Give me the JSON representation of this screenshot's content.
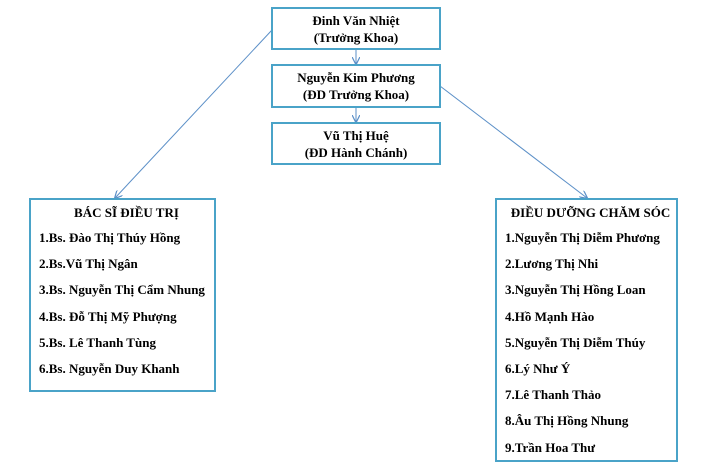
{
  "head": {
    "name": "Đinh Văn Nhiệt",
    "role": "(Trưởng Khoa)"
  },
  "deputy": {
    "name": "Nguyễn Kim Phương",
    "role": "(ĐD Trưởng Khoa)"
  },
  "admin": {
    "name": "Vũ Thị Huệ",
    "role": "(ĐD Hành Chánh)"
  },
  "doctors": {
    "title": "BÁC SĨ ĐIỀU TRỊ",
    "items": [
      "1.Bs. Đào Thị Thúy Hồng",
      "2.Bs.Vũ Thị Ngân",
      "3.Bs. Nguyễn Thị Cẩm Nhung",
      "4.Bs. Đỗ Thị Mỹ Phượng",
      "5.Bs. Lê Thanh Tùng",
      "6.Bs. Nguyễn Duy Khanh"
    ]
  },
  "nurses": {
    "title": "ĐIỀU DƯỠNG CHĂM SÓC",
    "items": [
      "1.Nguyễn Thị Diễm Phương",
      "2.Lương Thị Nhi",
      "3.Nguyễn Thị Hồng Loan",
      "4.Hồ Mạnh Hào",
      "5.Nguyễn Thị Diễm Thúy",
      "6.Lý Như Ý",
      "7.Lê Thanh Thảo",
      "8.Âu Thị Hồng Nhung",
      "9.Trần Hoa Thư"
    ]
  },
  "colors": {
    "border": "#4aa3c8",
    "line": "#5b8fc7"
  }
}
